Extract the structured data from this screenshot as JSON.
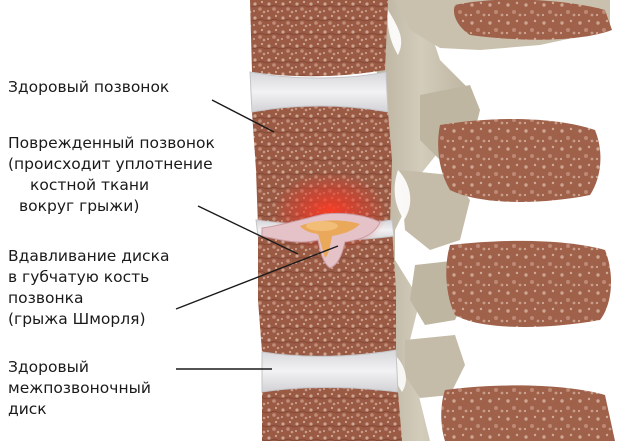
{
  "labels": {
    "healthy_vertebra": [
      "Здоровый позвонок"
    ],
    "damaged_vertebra": [
      "Поврежденный позвонок",
      "(происходит уплотнение",
      "костной ткани",
      "вокруг грыжи)"
    ],
    "schmorl_hernia": [
      "Вдавливание диска",
      "в губчатую кость",
      "позвонка",
      "(грыжа Шморля)"
    ],
    "healthy_disc": [
      "Здоровый",
      "межпозвоночный",
      "диск"
    ]
  },
  "colors": {
    "bone": "#9a5a44",
    "bone_speckle": "#d9b8a6",
    "disc": "#e4e4e6",
    "process": "#c8c0ae",
    "inflammation": "#e23a2a",
    "hernia": "#e9a85a",
    "leader_line": "#1a1a1a"
  }
}
